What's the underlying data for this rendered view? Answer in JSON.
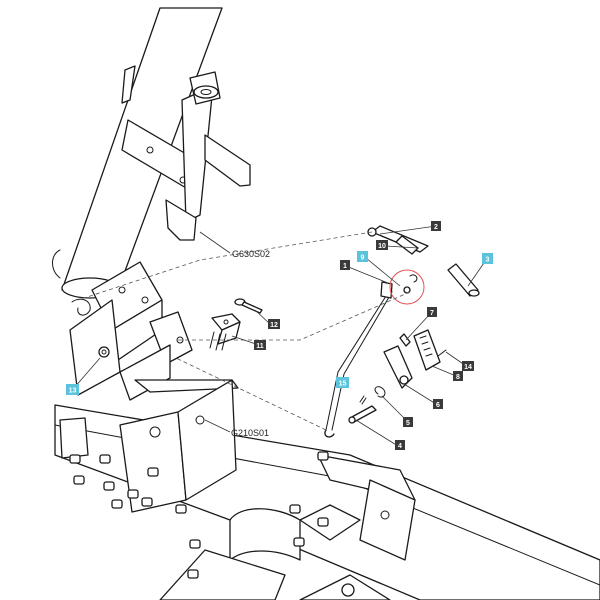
{
  "references": {
    "upper": "G630S02",
    "lower": "G210S01"
  },
  "callouts": {
    "c1": "1",
    "c2": "2",
    "c3": "3",
    "c4": "4",
    "c5": "5",
    "c6": "6",
    "c7": "7",
    "c8": "8",
    "c9": "9",
    "c10": "10",
    "c11": "11",
    "c12": "12",
    "c13": "13",
    "c14": "14",
    "c15": "15"
  },
  "colors": {
    "callout_dark": "#3a3a3a",
    "callout_highlight": "#5bc4dc",
    "detail_circle": "#e05050"
  }
}
